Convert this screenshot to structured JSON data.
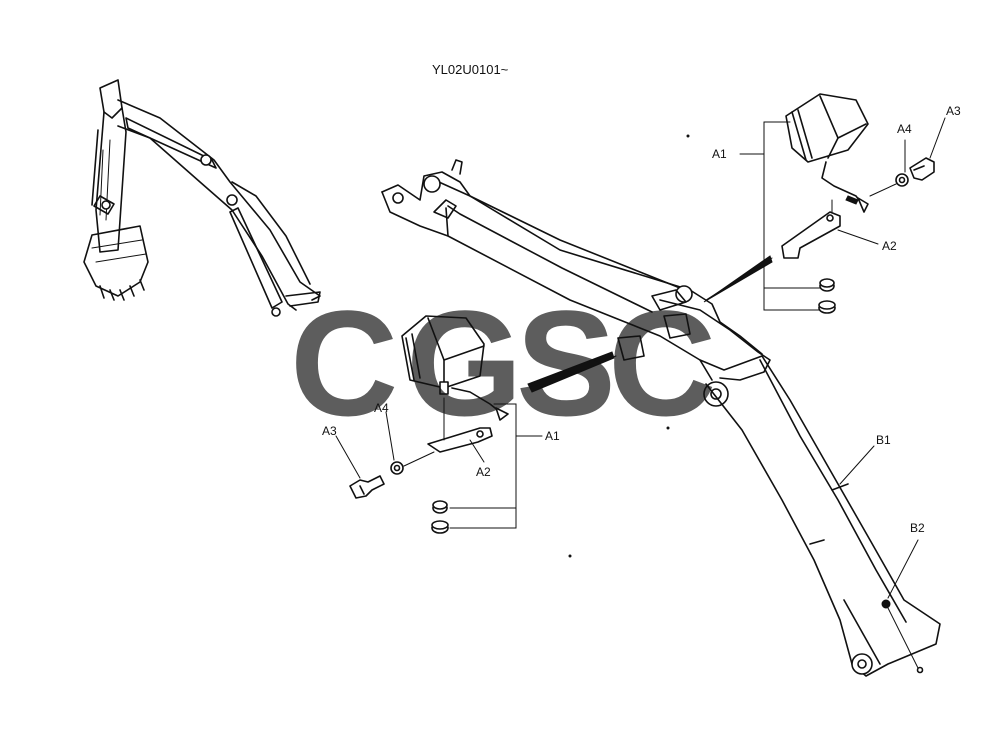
{
  "header": {
    "serial": "YL02U0101~"
  },
  "callouts": {
    "top_right": {
      "a1": "A1",
      "a2": "A2",
      "a3": "A3",
      "a4": "A4"
    },
    "center": {
      "a1": "A1",
      "a2": "A2",
      "a3": "A3",
      "a4": "A4"
    },
    "boom": {
      "b1": "B1",
      "b2": "B2"
    }
  },
  "watermark": {
    "letters": [
      "C",
      "G",
      "S",
      "C"
    ],
    "colors": [
      "#4285F4",
      "#EA4335",
      "#FBBC05",
      "#34A853"
    ]
  }
}
